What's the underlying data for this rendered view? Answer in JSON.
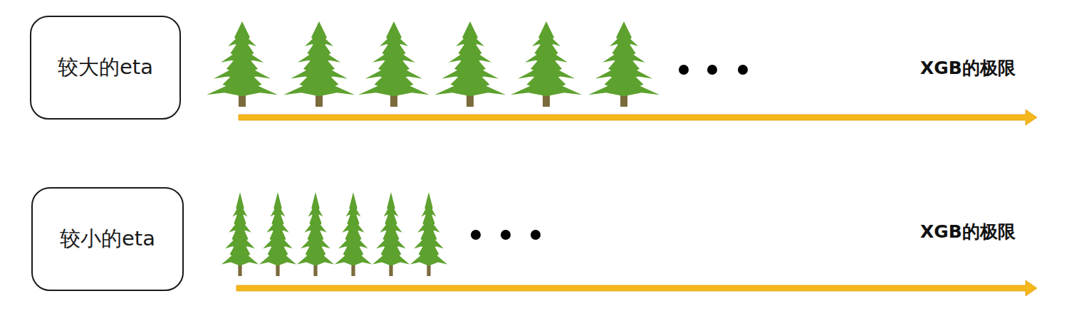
{
  "diagram": {
    "nodes": [
      {
        "text": [
          "较大的eta"
        ]
      },
      {
        "text": [
          "较小的eta"
        ]
      }
    ],
    "labels": [
      "XGB的极限",
      "XGB的极限"
    ]
  }
}
